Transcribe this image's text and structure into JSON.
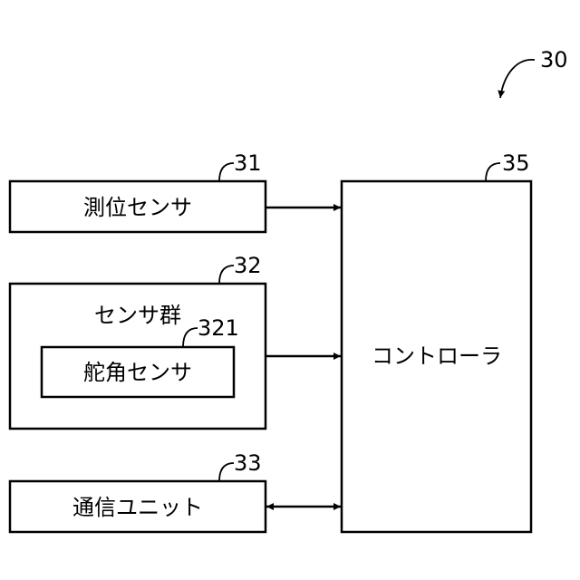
{
  "figure": {
    "ref": "30"
  },
  "positioning_sensor": {
    "label": "測位センサ",
    "ref": "31"
  },
  "sensor_group": {
    "label": "センサ群",
    "ref": "32",
    "rudder_angle_sensor": {
      "label": "舵角センサ",
      "ref": "321"
    }
  },
  "communication_unit": {
    "label": "通信ユニット",
    "ref": "33"
  },
  "controller": {
    "label": "コントローラ",
    "ref": "35"
  }
}
